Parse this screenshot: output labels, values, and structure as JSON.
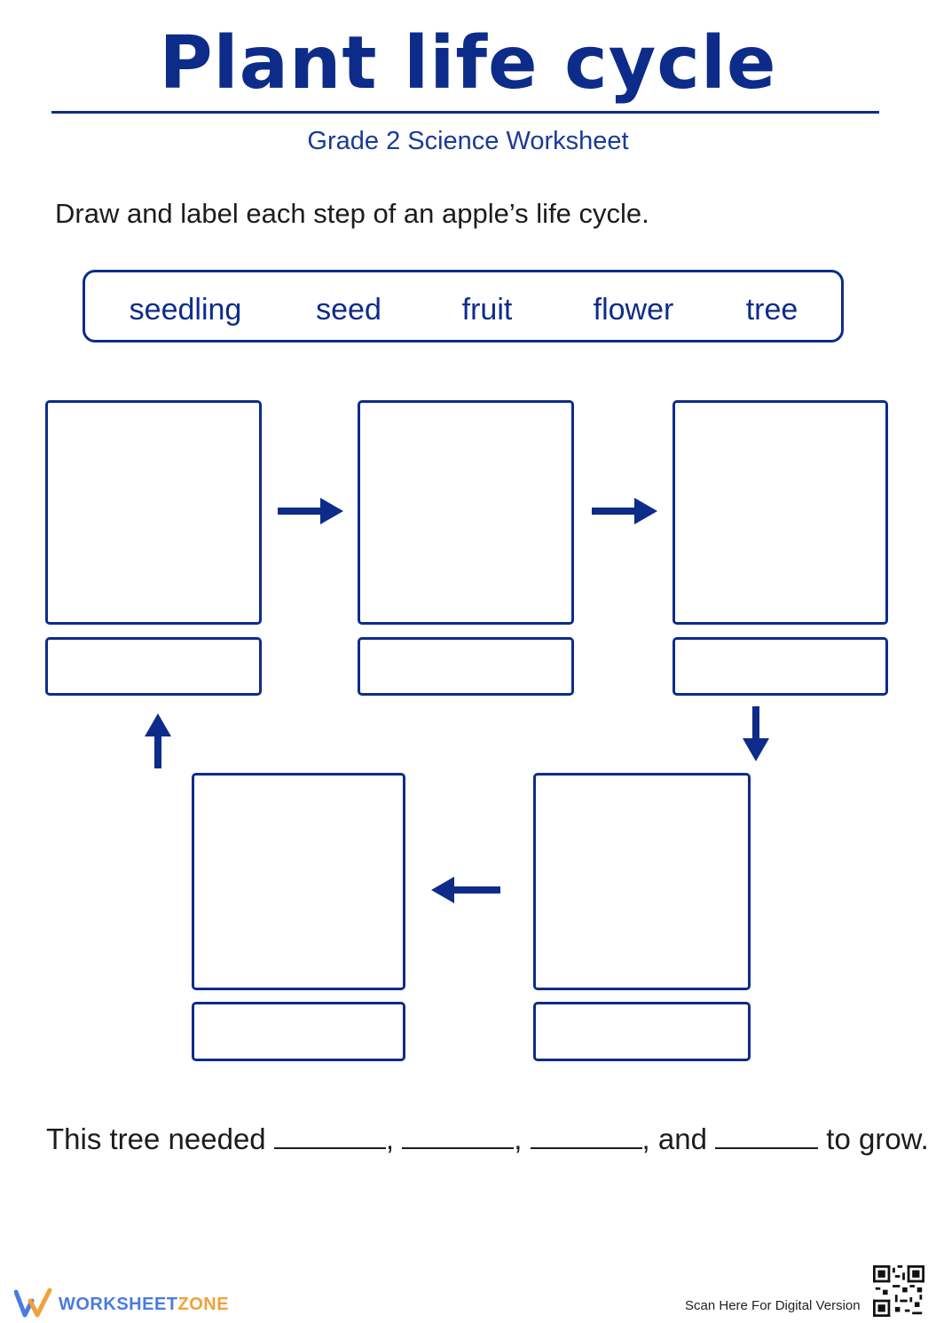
{
  "title": "Plant life cycle",
  "subtitle": "Grade 2 Science Worksheet",
  "instruction": "Draw and label each step of an apple’s life cycle.",
  "word_bank": [
    "seedling",
    "seed",
    "fruit",
    "flower",
    "tree"
  ],
  "sentence": {
    "start": "This tree needed",
    "sep1": ",",
    "sep2": ",",
    "sep3": ", and",
    "end": "to grow."
  },
  "footer": {
    "brand_part1": "WORKSHEET",
    "brand_part2": "ZONE",
    "scan_text": "Scan Here For Digital Version"
  },
  "colors": {
    "primary": "#0d2c8a",
    "brand_blue": "#4a7be0",
    "brand_orange": "#f2a03a"
  }
}
